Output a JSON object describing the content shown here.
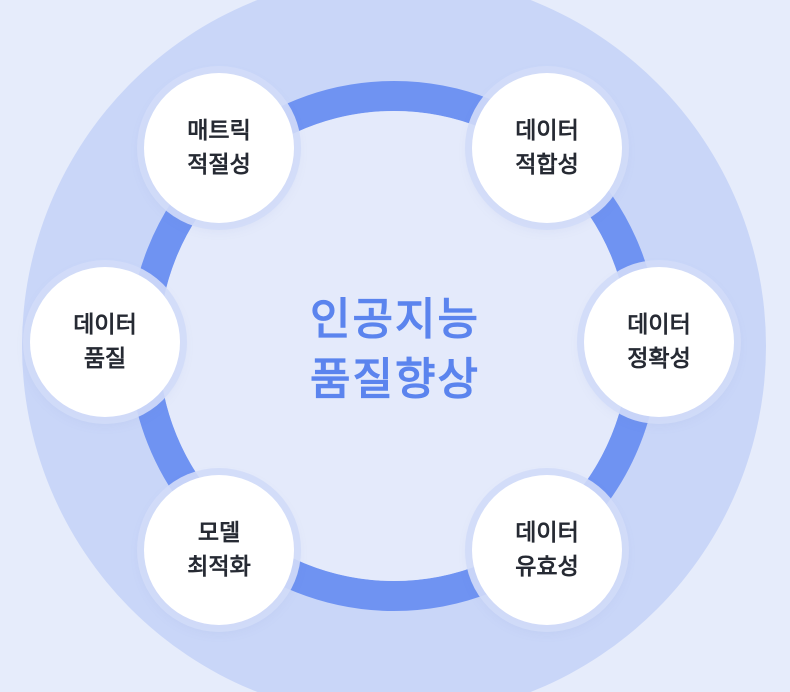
{
  "center": {
    "line1": "인공지능",
    "line2": "품질향상"
  },
  "nodes": {
    "metric": {
      "line1": "매트릭",
      "line2": "적절성"
    },
    "fit": {
      "line1": "데이터",
      "line2": "적합성"
    },
    "quality": {
      "line1": "데이터",
      "line2": "품질"
    },
    "accuracy": {
      "line1": "데이터",
      "line2": "정확성"
    },
    "model": {
      "line1": "모델",
      "line2": "최적화"
    },
    "validity": {
      "line1": "데이터",
      "line2": "유효성"
    }
  },
  "colors": {
    "background": "#e6ecfb",
    "outer_ring": "#c9d6f8",
    "inner_disk": "#e4eafb",
    "loop_band": "#6f93f2",
    "title_blue": "#5b84ee",
    "node_fill": "#ffffff",
    "node_text": "#262a33"
  }
}
